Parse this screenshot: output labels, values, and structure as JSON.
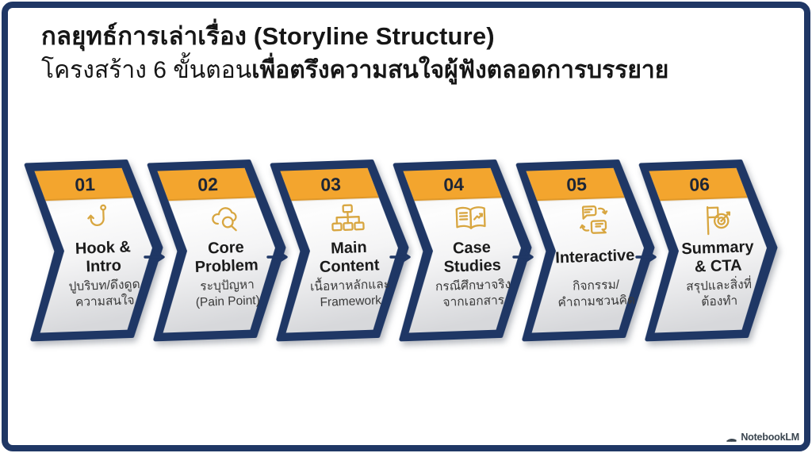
{
  "slide": {
    "title_line1": "กลยุทธ์การเล่าเรื่อง (Storyline Structure)",
    "title_line2_normal": "โครงสร้าง 6 ขั้นตอน",
    "title_line2_bold": "เพื่อตรึงความสนใจผู้ฟังตลอดการบรรยาย",
    "brand": "NotebookLM"
  },
  "colors": {
    "navy": "#1F3765",
    "orange": "#F3A52E",
    "gold": "#D8A640"
  },
  "steps": [
    {
      "number": "01",
      "icon": "hook-icon",
      "title": "Hook &\nIntro",
      "desc": "ปูบริบท/ดึงดูด\nความสนใจ"
    },
    {
      "number": "02",
      "icon": "cloud-search-icon",
      "title": "Core\nProblem",
      "desc": "ระบุปัญหา\n(Pain Point)"
    },
    {
      "number": "03",
      "icon": "sitemap-icon",
      "title": "Main\nContent",
      "desc": "เนื้อหาหลักและ\nFramework"
    },
    {
      "number": "04",
      "icon": "open-book-icon",
      "title": "Case\nStudies",
      "desc": "กรณีศึกษาจริง\nจากเอกสาร"
    },
    {
      "number": "05",
      "icon": "chat-exchange-icon",
      "title": "Interactive",
      "desc": "กิจกรรม/\nคำถามชวนคิด"
    },
    {
      "number": "06",
      "icon": "flag-target-icon",
      "title": "Summary\n& CTA",
      "desc": "สรุปและสิ่งที่\nต้องทำ"
    }
  ]
}
